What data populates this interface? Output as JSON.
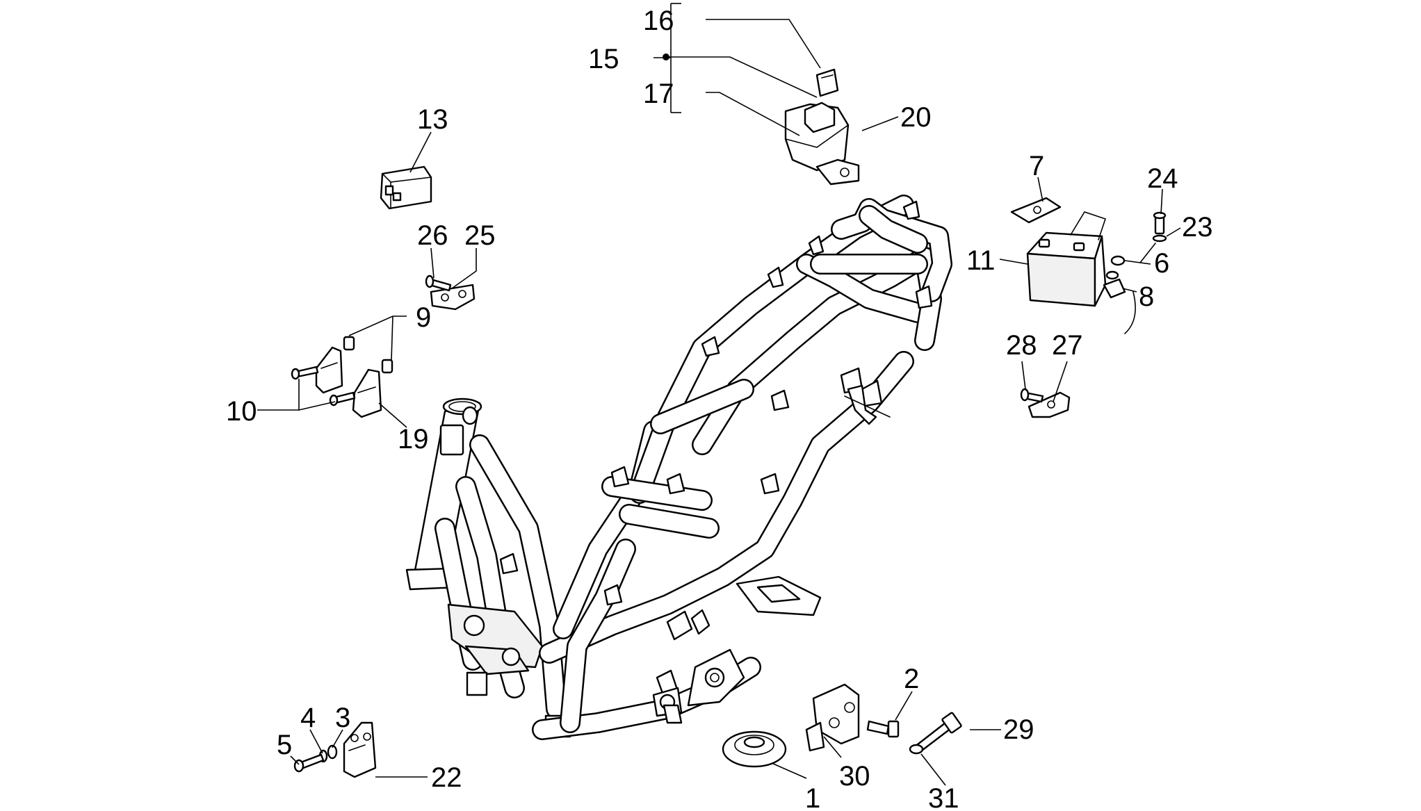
{
  "callouts": {
    "c1": "1",
    "c2": "2",
    "c3": "3",
    "c4": "4",
    "c5": "5",
    "c6": "6",
    "c7": "7",
    "c8": "8",
    "c9": "9",
    "c10": "10",
    "c11": "11",
    "c13": "13",
    "c15": "15",
    "c16": "16",
    "c17": "17",
    "c19": "19",
    "c20": "20",
    "c22": "22",
    "c23": "23",
    "c24": "24",
    "c25": "25",
    "c26": "26",
    "c27": "27",
    "c28": "28",
    "c29": "29",
    "c30": "30",
    "c31": "31"
  }
}
